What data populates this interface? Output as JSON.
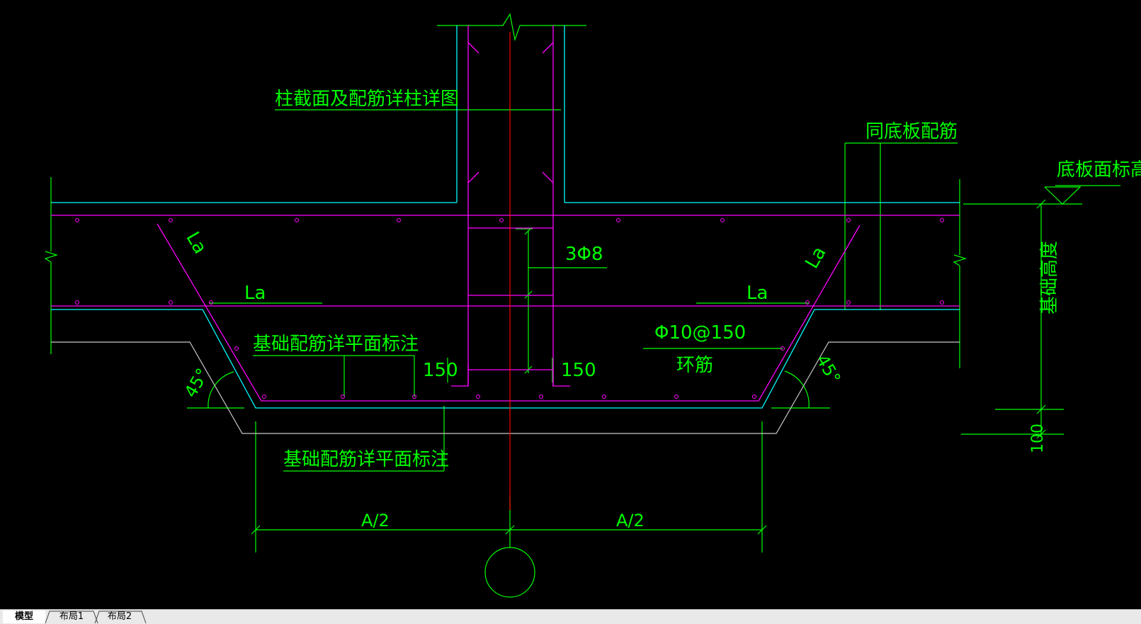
{
  "colors": {
    "background": "#000000",
    "green": "#00ff00",
    "cyan": "#00ffff",
    "magenta": "#ff00ff",
    "white": "#ffffff",
    "red": "#ff0000",
    "gray": "#c0c0c0"
  },
  "annotations": {
    "column_note": "柱截面及配筋详柱详图",
    "same_as_base": "同底板配筋",
    "slab_top_elev": "底板面标高",
    "la_diag_left": "La",
    "la_horiz_left": "La",
    "la_diag_right": "La",
    "la_horiz_right": "La",
    "stirrups": "3Φ8",
    "foundation_height": "基础高度",
    "base_note_top": "基础配筋详平面标注",
    "ring_bar_spec": "Φ10@150",
    "ring_bar": "环筋",
    "dim_150_left": "150",
    "dim_150_right": "150",
    "angle_left": "45°",
    "angle_right": "45°",
    "cover_100": "100",
    "base_note_bottom": "基础配筋详平面标注",
    "half_a_left": "A/2",
    "half_a_right": "A/2"
  },
  "tabs": [
    {
      "label": "模型",
      "active": true
    },
    {
      "label": "布局1",
      "active": false
    },
    {
      "label": "布局2",
      "active": false
    }
  ]
}
